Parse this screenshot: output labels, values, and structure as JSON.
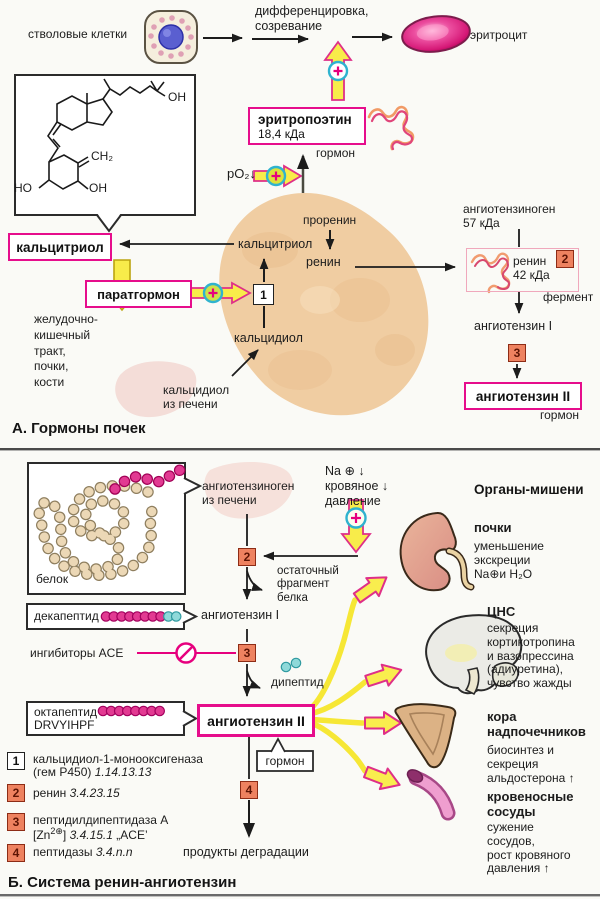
{
  "section_a": {
    "heading": "А. Гормоны почек",
    "labels": {
      "stem_cells": "стволовые клетки",
      "differentiation": "дифференцировка,\nсозревание",
      "erythrocyte": "эритроцит",
      "hormone_epo": "гормон",
      "po2": "pO₂↓",
      "prorenin": "проренин",
      "renin": "ренин",
      "calcitriol_in_kidney": "кальцитриол",
      "calcidiol_in_kidney": "кальцидиол",
      "gi_targets": "желудочно-\nкишечный\nтракт,\nпочки,\nкости",
      "calcidiol_from_liver": "кальцидиол\nиз печени",
      "angiotensinogen": "ангиотензиноген\n57 кДа",
      "ferment": "фермент",
      "angiotensin_i": "ангиотензин I",
      "hormone_ang2": "гормон"
    },
    "boxes": {
      "erythropoietin_name": "эритропоэтин",
      "erythropoietin_mass": "18,4 кДа",
      "calcitriol": "кальцитриол",
      "parathormone": "паратгормон",
      "renin_name": "ренин\n42 кДа",
      "angiotensin_ii": "ангиотензин II"
    },
    "structure": {
      "oh_top": "OH",
      "ch2": "CH₂",
      "ho": "HO",
      "oh_bottom": "OH"
    }
  },
  "section_b": {
    "heading": "Б. Система ренин-ангиотензин",
    "labels": {
      "protein": "белок",
      "angiotensinogen_from_liver": "ангиотензиноген\nиз печени",
      "na_signal": "Na ⊕ ↓\nкровяное ↓\nдавление",
      "residual_fragment": "остаточный\nфрагмент\nбелка",
      "decapeptide": "декапептид",
      "angiotensin_i": "ангиотензин I",
      "ace_inhibitors": "ингибиторы ACE",
      "dipeptide": "дипептид",
      "octapeptide": "октапептид",
      "octapeptide_seq": "DRVYIHPF",
      "angiotensin_ii": "ангиотензин II",
      "hormone": "гормон",
      "degradation": "продукты деградации"
    },
    "targets": {
      "heading": "Органы-мишени",
      "kidneys_title": "почки",
      "kidneys_desc": "уменьшение\nэкскреции\nNa⊕и H₂O",
      "cns_title": "ЦНС",
      "cns_desc": "секреция\nкортикотропина\nи вазопрессина\n(адиуретина),\nчувство жажды",
      "adrenal_title": "кора\nнадпочечников",
      "adrenal_desc": "биосинтез и\nсекреция\nальдостерона ↑",
      "vessels_title": "кровеносные\nсосуды",
      "vessels_desc": "сужение\nсосудов,\nрост кровяного\nдавления ↑"
    },
    "enzymes": {
      "e1_num": "1",
      "e1_name": "кальцидиол-1-монооксигеназа",
      "e1_detail_pre": "(гем P450) ",
      "e1_detail_ec": "1.14.13.13",
      "e2_num": "2",
      "e2_name": "ренин ",
      "e2_ec": "3.4.23.15",
      "e3_num": "3",
      "e3_name": "пептидилдипептидаза A",
      "e3_zn_pre": "[Zn",
      "e3_zn_sup": "2⊕",
      "e3_zn_post": "] ",
      "e3_ec": "3.4.15.1",
      "e3_ace": " „ACE’",
      "e4_num": "4",
      "e4_name": "пептидазы ",
      "e4_ec": "3.4.n.n"
    }
  },
  "step_numbers": {
    "n1": "1",
    "n2": "2",
    "n3": "3",
    "n4": "4"
  },
  "colors": {
    "magenta_accent": "#e60d8c",
    "process_yellow": "#f8ec4a",
    "step_salmon": "#ee8260",
    "signal_cyan": "#35b6cf",
    "kidney_tan": "#f0cda2",
    "bead_magenta": "#e23a92",
    "bead_cyan": "#8fd9d9"
  }
}
